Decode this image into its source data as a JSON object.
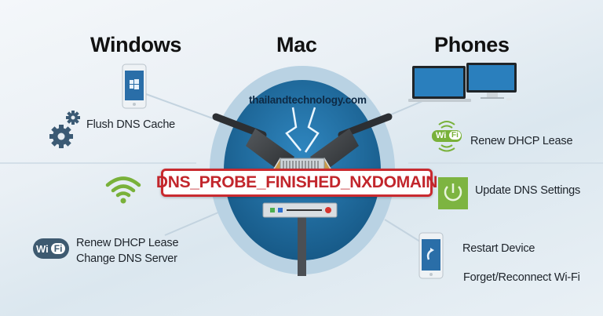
{
  "headings": {
    "windows": "Windows",
    "mac": "Mac",
    "phones": "Phones"
  },
  "center": {
    "watermark": "thailandtechnology.com",
    "error_code": "DNS_PROBE_FINISHED_NXDOMAIN"
  },
  "left": {
    "flush_dns": "Flush DNS Cache",
    "renew_dhcp": "Renew DHCP Lease",
    "change_dns": "Change DNS Server",
    "wifi_badge_wi": "Wi",
    "wifi_badge_fi": "Fi"
  },
  "right": {
    "renew_dhcp": "Renew DHCP Lease",
    "update_dns": "Update DNS Settings",
    "restart_device": "Restart Device",
    "forget_wifi": "Forget/Reconnect Wi-Fi",
    "wifi_badge_wi": "Wi",
    "wifi_badge_fi": "Fi"
  },
  "colors": {
    "circle_ring": "#b7d0e2",
    "circle_fill": "#1f6a9c",
    "error_red": "#c92a2f",
    "green_accent": "#79b13a",
    "icon_navy": "#3b5a74"
  }
}
